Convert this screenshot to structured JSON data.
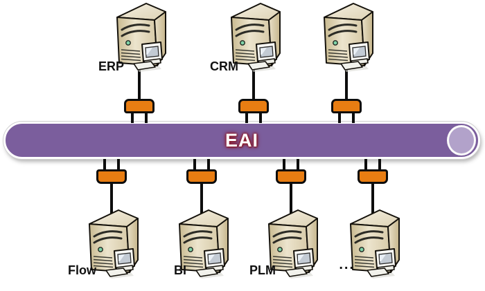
{
  "bus": {
    "label": "EAI",
    "color": "#7B5E9D",
    "cap_color": "#B2A2CA",
    "text_color": "#FFFFFF",
    "glow_color": "#8E1D2E"
  },
  "connectors": {
    "color": "#E87D12",
    "outline_color": "#0D0D0D"
  },
  "nodes": {
    "top": [
      {
        "label": "ERP"
      },
      {
        "label": "CRM"
      },
      {
        "label": ""
      }
    ],
    "bottom": [
      {
        "label": "Flow"
      },
      {
        "label": "BI"
      },
      {
        "label": "PLM"
      },
      {
        "label": "..."
      }
    ]
  }
}
